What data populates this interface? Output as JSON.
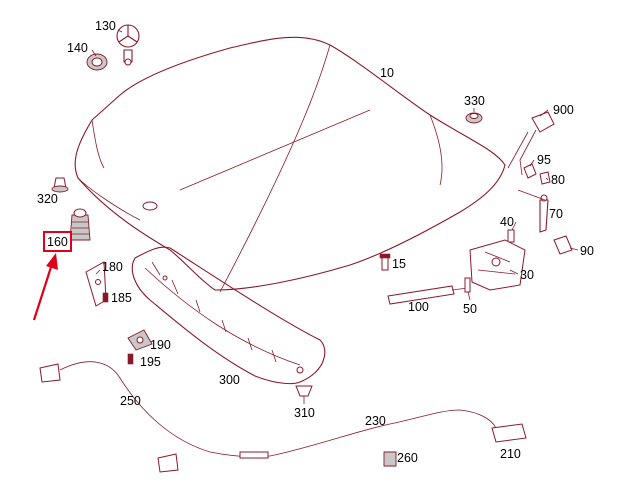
{
  "callouts": [
    {
      "id": "130",
      "label": "130"
    },
    {
      "id": "140",
      "label": "140"
    },
    {
      "id": "10",
      "label": "10"
    },
    {
      "id": "330",
      "label": "330"
    },
    {
      "id": "900",
      "label": "900"
    },
    {
      "id": "95",
      "label": "95"
    },
    {
      "id": "80",
      "label": "80"
    },
    {
      "id": "320",
      "label": "320"
    },
    {
      "id": "70",
      "label": "70"
    },
    {
      "id": "40",
      "label": "40"
    },
    {
      "id": "90",
      "label": "90"
    },
    {
      "id": "160",
      "label": "160"
    },
    {
      "id": "180",
      "label": "180"
    },
    {
      "id": "15",
      "label": "15"
    },
    {
      "id": "30",
      "label": "30"
    },
    {
      "id": "185",
      "label": "185"
    },
    {
      "id": "100",
      "label": "100"
    },
    {
      "id": "50",
      "label": "50"
    },
    {
      "id": "190",
      "label": "190"
    },
    {
      "id": "195",
      "label": "195"
    },
    {
      "id": "300",
      "label": "300"
    },
    {
      "id": "250",
      "label": "250"
    },
    {
      "id": "310",
      "label": "310"
    },
    {
      "id": "230",
      "label": "230"
    },
    {
      "id": "260",
      "label": "260"
    },
    {
      "id": "210",
      "label": "210"
    }
  ],
  "highlight": {
    "label": "160",
    "color": "#e0001b"
  },
  "colors": {
    "line": "#8a1a2a",
    "highlight": "#e0001b"
  }
}
